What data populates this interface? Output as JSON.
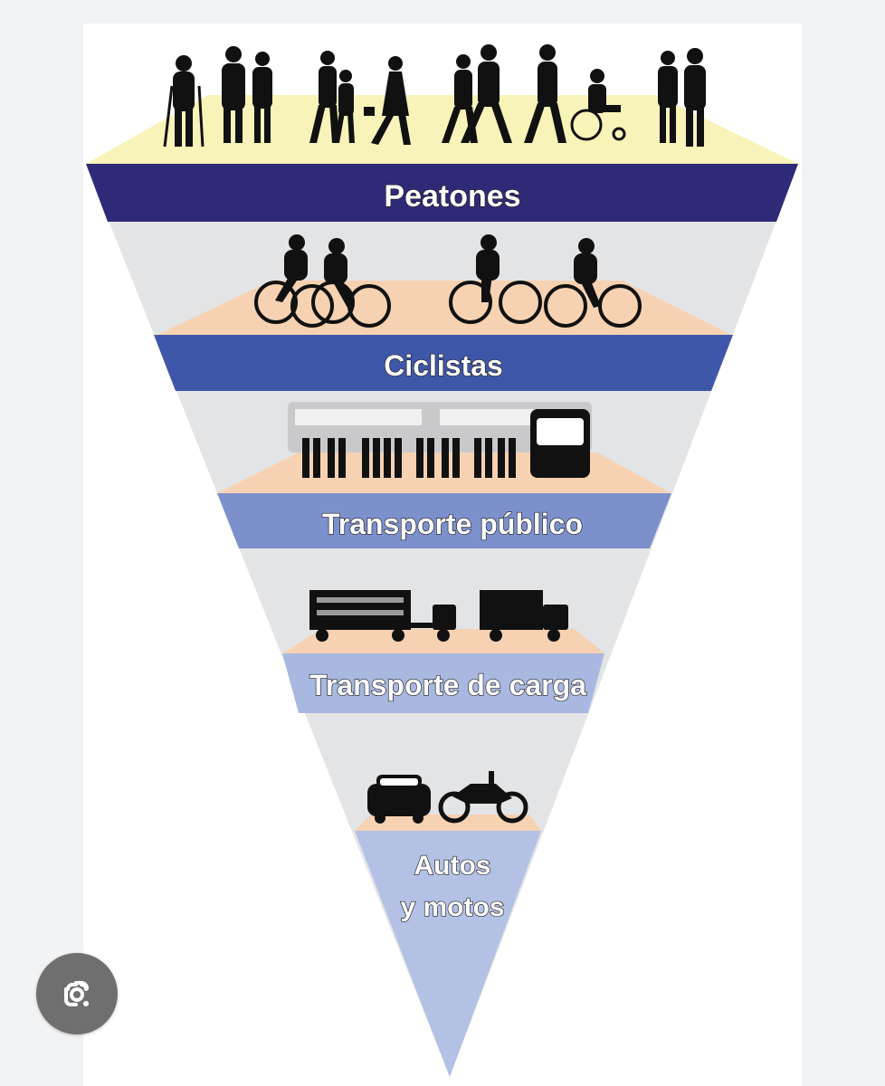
{
  "levels": [
    {
      "label": "Peatones",
      "icon": "pedestrians-icon"
    },
    {
      "label": "Ciclistas",
      "icon": "cyclists-icon"
    },
    {
      "label": "Transporte público",
      "icon": "bus-icon"
    },
    {
      "label": "Transporte de carga",
      "icon": "trucks-icon"
    },
    {
      "label_line1": "Autos",
      "label_line2": "y motos",
      "icon": "car-motorcycle-icon"
    }
  ],
  "colors": {
    "band_1": "#2f2a78",
    "band_2": "#3f57a8",
    "band_3": "#7c90cc",
    "band_4": "#a9b8e0",
    "band_5": "#b3c1e4",
    "floor_1": "#f8f3b8",
    "floor_other": "#f6d2b2",
    "silhouette": "#111111",
    "cone": "#e3e4e6"
  },
  "overlay": {
    "icon": "google-lens-icon"
  }
}
